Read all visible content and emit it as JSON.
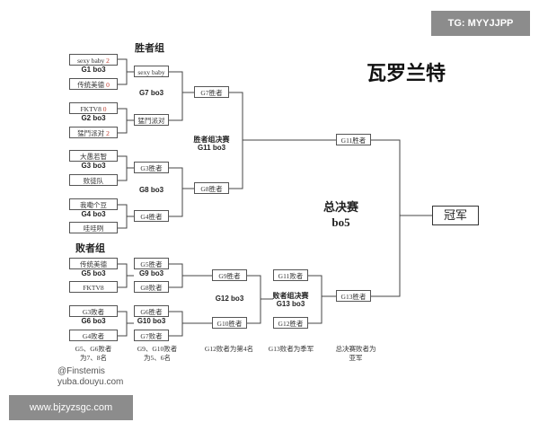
{
  "watermark_top": "TG: MYYJJPP",
  "watermark_bottom": "www.bjzyzsgc.com",
  "credit": [
    "@Finstemis",
    "yuba.douyu.com"
  ],
  "title": "瓦罗兰特",
  "winners_header": "胜者组",
  "losers_header": "败者组",
  "r1": [
    {
      "t1": "sexy baby",
      "s1": "2",
      "g": "G1 bo3",
      "t2": "传统美德",
      "s2": "0"
    },
    {
      "t1": "FKTV8",
      "s1": "0",
      "g": "G2 bo3",
      "t2": "猛鬥派对",
      "s2": "2"
    },
    {
      "t1": "大愚若智",
      "s1": "",
      "g": "G3 bo3",
      "t2": "败徒队",
      "s2": ""
    },
    {
      "t1": "我嘞个豆",
      "s1": "",
      "g": "G4 bo3",
      "t2": "哇哇咧",
      "s2": ""
    }
  ],
  "r2": [
    {
      "t1": "sexy baby",
      "g": "G7 bo3",
      "t2": "猛鬥派对"
    },
    {
      "t1": "G3胜者",
      "g": "G8 bo3",
      "t2": "G4胜者"
    }
  ],
  "wfinal": {
    "t1": "G7胜者",
    "g1": "胜者组决赛",
    "g2": "G11 bo3",
    "t2": "G8胜者"
  },
  "g11_winner": "G11胜者",
  "final_title": [
    "总决赛",
    "bo5"
  ],
  "champion": "冠军",
  "lr1": [
    {
      "t1": "传统美德",
      "g": "G5 bo3",
      "t2": "FKTV8"
    },
    {
      "t1": "G3败者",
      "g": "G6 bo3",
      "t2": "G4败者"
    }
  ],
  "lr2": [
    {
      "t1": "G5胜者",
      "g": "G9 bo3",
      "t2": "G8败者"
    },
    {
      "t1": "G6胜者",
      "g": "G10 bo3",
      "t2": "G7败者"
    }
  ],
  "lr3": {
    "t1": "G9胜者",
    "g": "G12 bo3",
    "t2": "G10胜者"
  },
  "lfinal": {
    "t1": "G11败者",
    "g1": "败者组决赛",
    "g2": "G13 bo3",
    "t2": "G12胜者"
  },
  "g13_winner": "G13胜者",
  "notes": [
    "G5、G6败者为7、8名",
    "G9、G10败者为5、6名",
    "G12败者为第4名",
    "G13败者为季军",
    "总决赛败者为亚军"
  ]
}
